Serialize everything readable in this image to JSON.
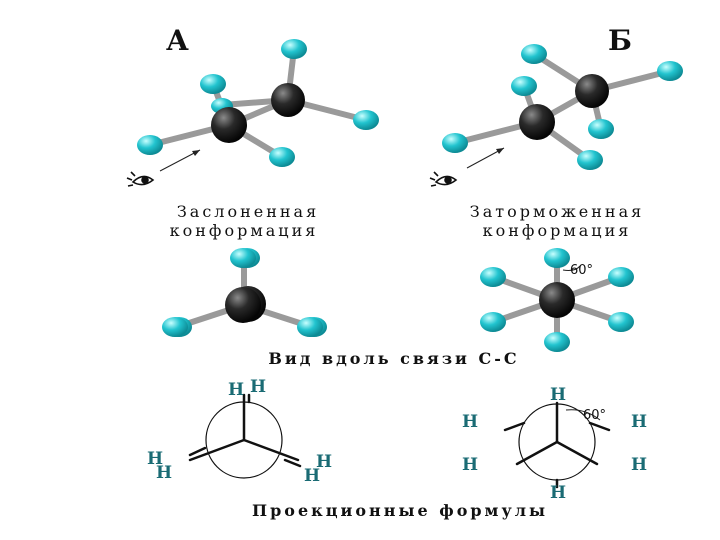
{
  "labels": {
    "panel_a": "А",
    "panel_b": "Б",
    "eclipsed_line1": "Заслоненная",
    "eclipsed_line2": "конформация",
    "staggered_line1": "Заторможенная",
    "staggered_line2": "конформация",
    "view_along_bond": "Вид вдоль связи С-С",
    "projection_formulas": "Проекционные формулы",
    "angle_top": "60°",
    "angle_bottom": "60°",
    "hydrogen": "H"
  },
  "colors": {
    "carbon": "#1a1a1a",
    "hydrogen": "#22c4cf",
    "bond": "#9a9a9a",
    "h_label": "#1a6b74"
  }
}
